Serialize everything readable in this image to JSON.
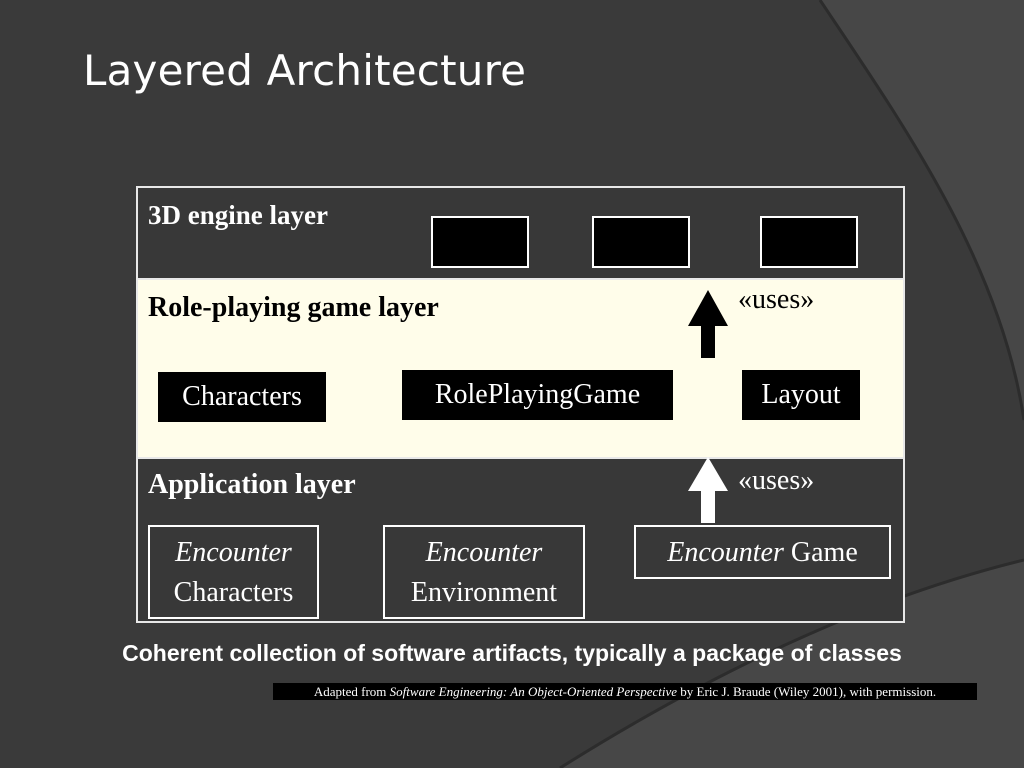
{
  "slide": {
    "title": "Layered Architecture",
    "caption": "Coherent collection of software artifacts, typically a package of classes",
    "credit": {
      "prefix": "Adapted from ",
      "book": "Software Engineering: An Object-Oriented Perspective",
      "suffix": " by Eric J. Braude (Wiley 2001), with permission."
    }
  },
  "diagram": {
    "engine_layer": {
      "label": "3D engine layer",
      "box_count": 3
    },
    "rpg_layer": {
      "label": "Role-playing game layer",
      "stereotype": "«uses»",
      "packages": [
        "Characters",
        "RolePlayingGame",
        "Layout"
      ]
    },
    "app_layer": {
      "label": "Application layer",
      "stereotype": "«uses»",
      "packages": [
        {
          "italic": "Encounter",
          "rest": "Characters"
        },
        {
          "italic": "Encounter",
          "rest": "Environment"
        },
        {
          "italic": "Encounter",
          "rest": "Game"
        }
      ]
    }
  },
  "colors": {
    "background": "#3a3a3a",
    "rpg_band": "#fffdea",
    "dark_band": "#383838",
    "package_fill": "#000000",
    "text_light": "#ffffff"
  }
}
